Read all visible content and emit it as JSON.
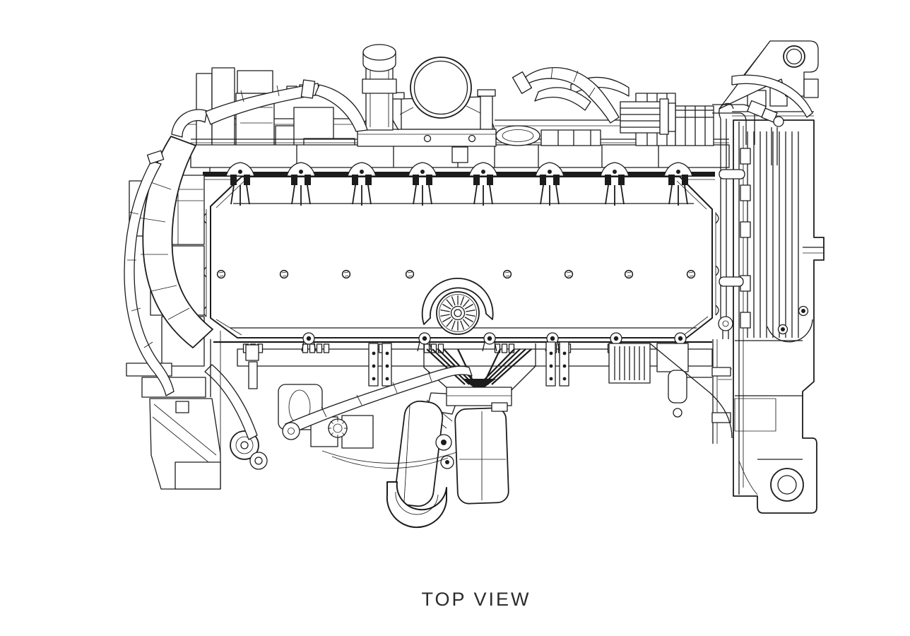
{
  "page": {
    "background_color": "#ffffff",
    "line_color": "#1c1c1c",
    "caption_color": "#2b2b2b"
  },
  "figure": {
    "caption": "TOP VIEW",
    "drawing_type": "CAD engineering line drawing, black outline on white",
    "subject": "Industrial diesel engine viewed from the top",
    "components": [
      "valve-cover",
      "injector-clamps",
      "valve-cover-bolts",
      "breather-impeller",
      "breather-guard",
      "air-inlet-opening",
      "air-inlet-mount",
      "exhaust-stack",
      "rocker-housing-cluster",
      "cylinder-head-rail",
      "intake-manifold-fittings",
      "mid-hoses",
      "flywheel-housing",
      "lifting-bracket",
      "mounting-foot",
      "dipstick-tube",
      "coolant-tubes-right",
      "exhaust-manifold",
      "turbocharger-assembly",
      "exhaust-outlet-elbow",
      "fuel-system-left",
      "front-mount-left",
      "front-hoses"
    ]
  }
}
